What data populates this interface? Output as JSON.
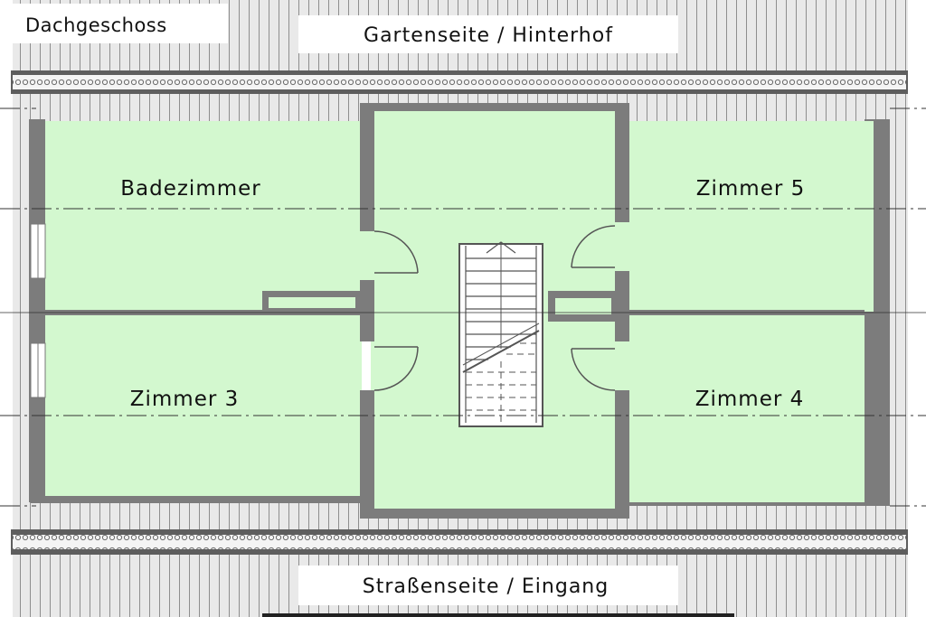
{
  "plan": {
    "floor_label": "Dachgeschoss",
    "top_side_label": "Gartenseite / Hinterhof",
    "bottom_side_label": "Straßenseite / Eingang",
    "rooms": [
      {
        "id": "badezimmer",
        "name": "Badezimmer"
      },
      {
        "id": "zimmer-5",
        "name": "Zimmer 5"
      },
      {
        "id": "zimmer-3",
        "name": "Zimmer 3"
      },
      {
        "id": "zimmer-4",
        "name": "Zimmer 4"
      }
    ],
    "colors": {
      "room_fill": "#d3f8cf",
      "wall": "#7c7c7c",
      "roof_tiles": "#e8e8e8",
      "tile_lines": "#8f8f8f",
      "label_box": "#ffffff"
    }
  }
}
